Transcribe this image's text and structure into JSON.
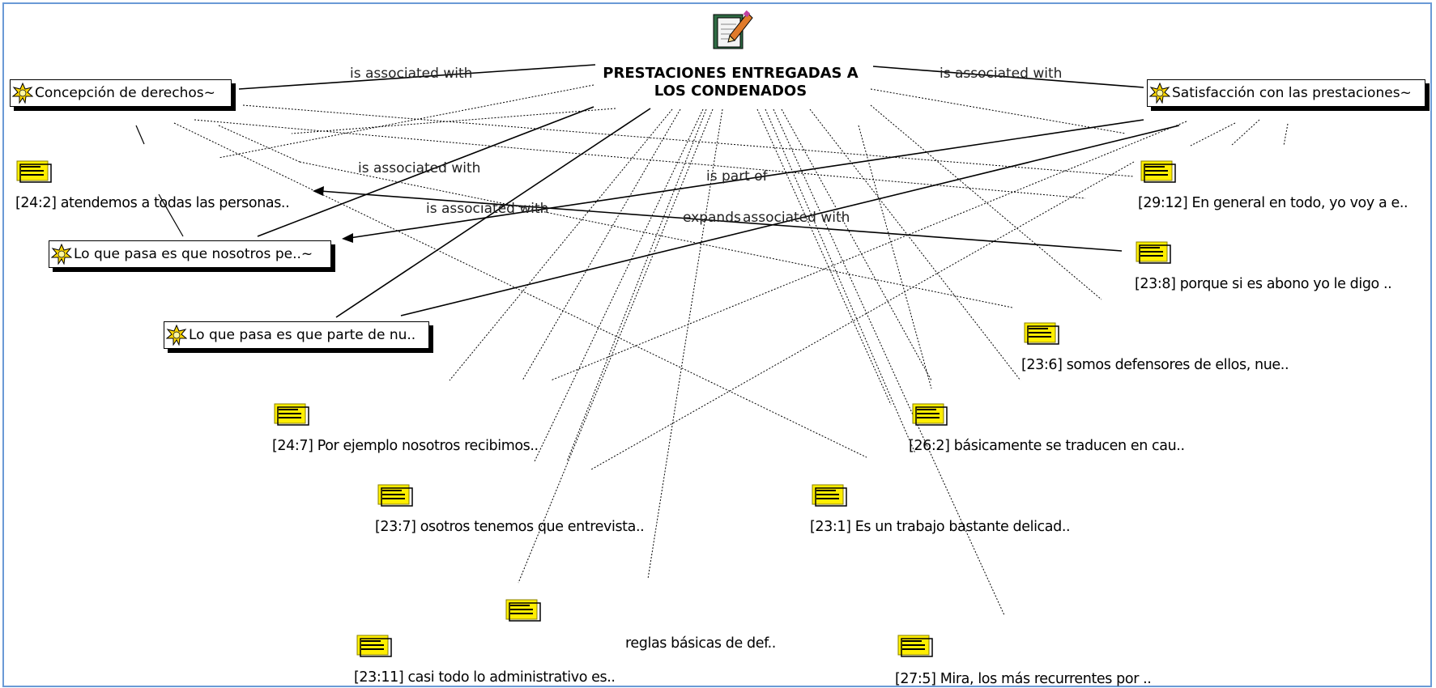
{
  "central": {
    "title": "PRESTACIONES ENTREGADAS A LOS CONDENADOS",
    "icon": "document-pen-icon"
  },
  "codes": [
    {
      "label": "Concepción de derechos~",
      "icon": "code-star-icon"
    },
    {
      "label": "Satisfacción con las prestaciones~",
      "icon": "code-star-icon"
    },
    {
      "label": "Lo que pasa es que nosotros pe..~",
      "icon": "code-star-icon"
    },
    {
      "label": "Lo que pasa es que parte de nu..",
      "icon": "code-star-icon"
    }
  ],
  "quotes": [
    {
      "label": "[24:2] atendemos a todas las personas.."
    },
    {
      "label": "[29:12] En general en todo, yo voy a e.."
    },
    {
      "label": "[23:8] porque si es abono yo le digo .."
    },
    {
      "label": "[23:6] somos defensores de ellos, nue.."
    },
    {
      "label": "[24:7] Por ejemplo nosotros recibimos.."
    },
    {
      "label": "[26:2] básicamente se traducen en cau.."
    },
    {
      "label": "[23:7] osotros tenemos que entrevista.."
    },
    {
      "label": "[23:1] Es un trabajo bastante delicad.."
    },
    {
      "label": ""
    },
    {
      "label": "reglas básicas de def.."
    },
    {
      "label": "[23:11] casi todo lo administrativo es.."
    },
    {
      "label": "[27:5] Mira, los más recurrentes por .."
    }
  ],
  "relations": [
    "is associated with",
    "is associated with",
    "is associated with",
    "is associated with",
    "is part of",
    "expands",
    "associated with"
  ],
  "colors": {
    "frame": "#6a9ad6",
    "memo_yellow": "#ffee00",
    "star": "#ffd800"
  }
}
